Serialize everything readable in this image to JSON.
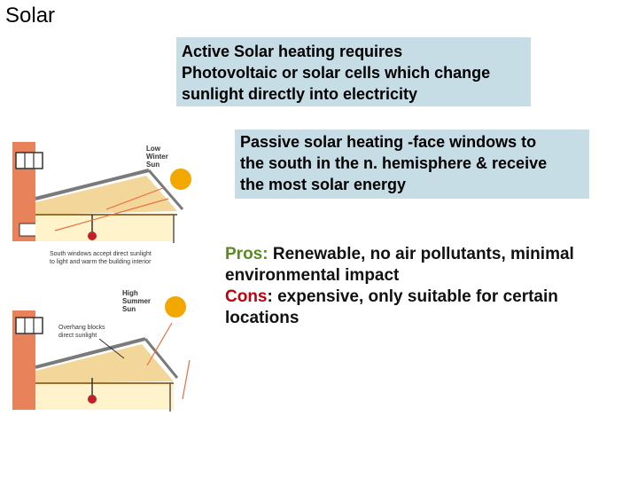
{
  "slide": {
    "title": "Solar"
  },
  "active_box": {
    "lines": [
      "Active Solar heating requires",
      "Photovoltaic or solar cells which change",
      "sunlight directly into electricity"
    ]
  },
  "passive_box": {
    "lines": [
      "Passive solar heating -face windows to",
      "the south in the n. hemisphere & receive",
      "the most solar energy"
    ]
  },
  "pros_cons": {
    "pros_label": "Pros:",
    "pros_line1": " Renewable, no air pollutants, minimal",
    "pros_line2": "environmental impact",
    "cons_label": "Cons",
    "cons_colon": ":",
    "cons_line1": " expensive, only suitable for certain",
    "cons_line2": "locations"
  },
  "diagram": {
    "winter_label": [
      "Low",
      "Winter",
      "Sun"
    ],
    "caption": [
      "South windows accept direct sunlight",
      "to light and warm the building interior"
    ],
    "summer_label": [
      "High",
      "Summer",
      "Sun"
    ],
    "overhang": [
      "Overhang blocks",
      "direct sunlight"
    ],
    "colors": {
      "wall": "#e8825a",
      "sun": "#f2a800",
      "roof": "#9a9a9a",
      "truss": "#f0cc80",
      "interior": "#fff3cc",
      "arrow": "#e87040"
    }
  }
}
